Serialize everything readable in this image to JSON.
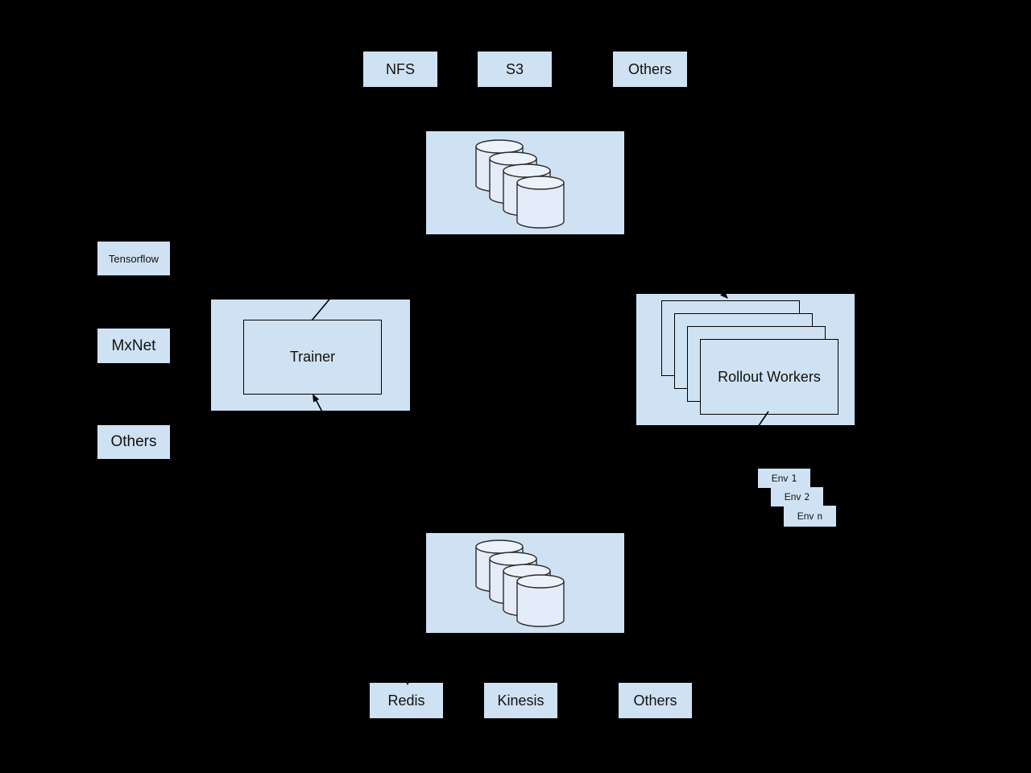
{
  "storage_backends": [
    "NFS",
    "S3",
    "Others"
  ],
  "frameworks": [
    "Tensorflow",
    "MxNet",
    "Others"
  ],
  "trainer": {
    "label": "Trainer"
  },
  "rollout": {
    "label": "Rollout Workers"
  },
  "envs": [
    {
      "name": "Env",
      "num": "1"
    },
    {
      "name": "Env",
      "num": "2"
    },
    {
      "name": "Env",
      "num": "n"
    }
  ],
  "buffer_backends": [
    "Redis",
    "Kinesis",
    "Others"
  ],
  "colors": {
    "background": "#000000",
    "node_fill": "#cfe2f3",
    "node_text": "#111111",
    "inner_border": "#000000",
    "cylinder_body": "#e3ecf8",
    "cylinder_top": "#ebf2fb",
    "cylinder_stroke": "#2a2a2a",
    "arrow": "#000000"
  }
}
